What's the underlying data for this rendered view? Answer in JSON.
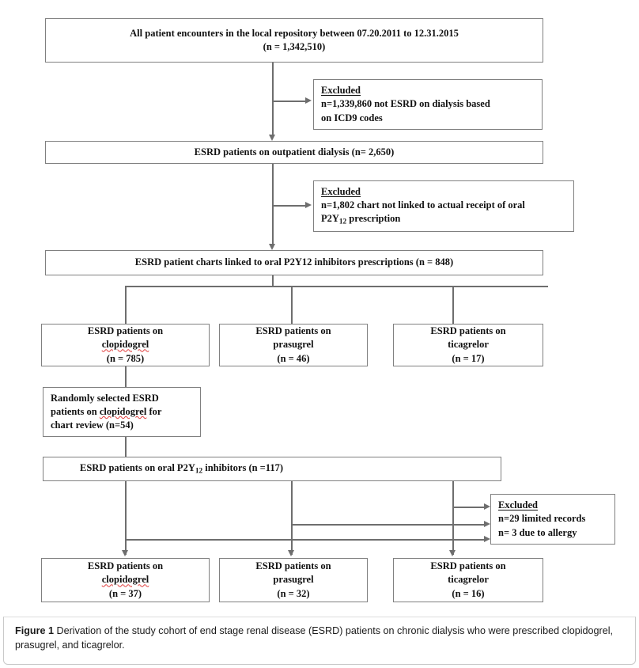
{
  "figure": {
    "label": "Figure 1",
    "caption": " Derivation of the study cohort of end stage renal disease (ESRD) patients on chronic dialysis who were prescribed clopidogrel, prasugrel, and ticagrelor."
  },
  "nodes": {
    "all_encounters": {
      "line1": "All patient encounters in the local repository between 07.20.2011 to 12.31.2015",
      "line2": "(n = 1,342,510)"
    },
    "excluded_1": {
      "heading": "Excluded",
      "line1": "n=1,339,860 not ESRD on dialysis based",
      "line2": "on ICD9 codes"
    },
    "outpatient_dialysis": {
      "line1": "ESRD patients on outpatient dialysis (n= 2,650)"
    },
    "excluded_2": {
      "heading": "Excluded",
      "line1": "n=1,802 chart not linked to actual receipt of oral",
      "line2_pre": "P2Y",
      "line2_sub": "12",
      "line2_post": " prescription"
    },
    "charts_linked": {
      "line1": "ESRD patient charts linked to oral P2Y12 inhibitors prescriptions (n = 848)"
    },
    "arm_clopidogrel_top": {
      "line1": "ESRD patients on",
      "drug": "clopidogrel",
      "count": "(n = 785)"
    },
    "arm_prasugrel_top": {
      "line1": "ESRD patients on",
      "drug": "prasugrel",
      "count": "(n = 46)"
    },
    "arm_ticagrelor_top": {
      "line1": "ESRD patients on",
      "drug": "ticagrelor",
      "count": "(n = 17)"
    },
    "random_selected": {
      "line1": "Randomly selected ESRD",
      "line2_pre": "patients on ",
      "line2_drug": "clopidogrel",
      "line2_post": " for",
      "line3": "chart review (n=54)"
    },
    "oral_inhibitors": {
      "pre": "ESRD patients on oral P2Y",
      "sub": "12",
      "post": " inhibitors (n =117)"
    },
    "excluded_3": {
      "heading": "Excluded",
      "line1": "n=29 limited records",
      "line2": "n= 3 due to allergy"
    },
    "arm_clopidogrel_final": {
      "line1": "ESRD patients on",
      "drug": "clopidogrel",
      "count": "(n = 37)"
    },
    "arm_prasugrel_final": {
      "line1": "ESRD patients on",
      "drug": "prasugrel",
      "count": "(n = 32)"
    },
    "arm_ticagrelor_final": {
      "line1": "ESRD patients on",
      "drug": "ticagrelor",
      "count": "(n = 16)"
    }
  },
  "colors": {
    "box_border": "#808080",
    "connector": "#6e6e6e",
    "spellcheck_underline": "#e03a3a",
    "background": "#ffffff",
    "text": "#111111"
  }
}
